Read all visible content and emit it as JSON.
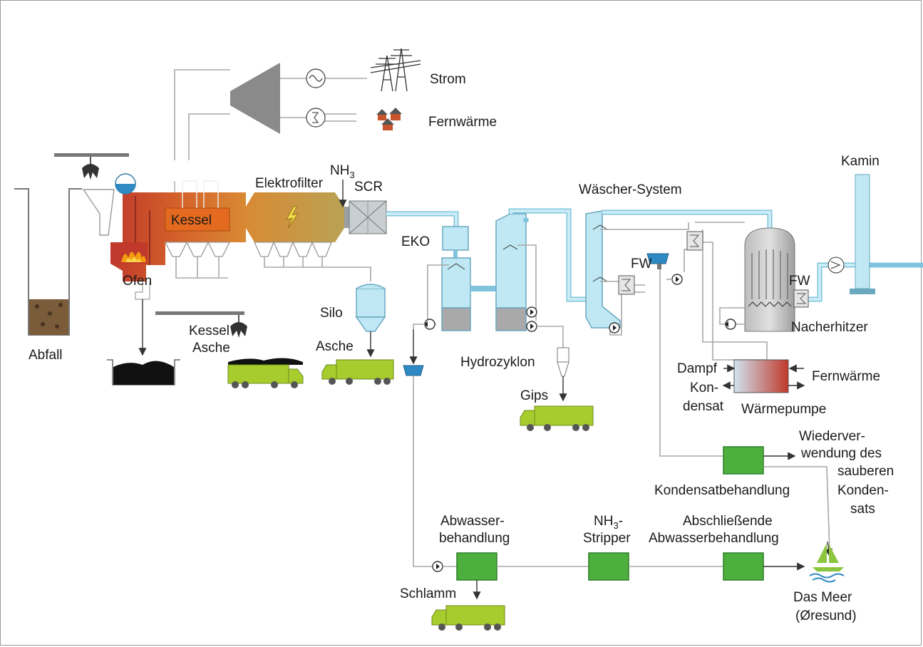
{
  "labels": {
    "strom": "Strom",
    "fernwaerme_top": "Fernwärme",
    "nh3": "NH",
    "nh3_sub": "3",
    "elektrofilter": "Elektrofilter",
    "scr": "SCR",
    "kessel": "Kessel",
    "kamin": "Kamin",
    "waescher_system": "Wäscher-System",
    "eko": "EKO",
    "ofen": "Ofen",
    "abfall": "Abfall",
    "kessel_asche_1": "Kessel",
    "kessel_asche_2": "Asche",
    "silo": "Silo",
    "asche": "Asche",
    "hydrozyklon": "Hydrozyklon",
    "gips": "Gips",
    "fw_1": "FW",
    "fw_2": "FW",
    "nacherhitzer": "Nacherhitzer",
    "dampf": "Dampf",
    "kondensat_1": "Kon-",
    "kondensat_2": "densat",
    "fernwaerme_right": "Fernwärme",
    "waermepumpe": "Wärmepumpe",
    "wiederverwendung_1": "Wiederver-",
    "wiederverwendung_2": "wendung des",
    "wiederverwendung_3": "sauberen",
    "wiederverwendung_4": "Konden-",
    "wiederverwendung_5": "sats",
    "kondensatbehandlung": "Kondensatbehandlung",
    "abwasser_1": "Abwasser-",
    "abwasser_2": "behandlung",
    "stripper_1": "NH",
    "stripper_sub": "3",
    "stripper_2": "-",
    "stripper_3": "Stripper",
    "abschl_1": "Abschließende",
    "abschl_2": "Abwasserbehandlung",
    "schlamm": "Schlamm",
    "meer_1": "Das Meer",
    "meer_2": "(Øresund)"
  },
  "colors": {
    "flue_gas": "#7fc4dc",
    "vessel": "#bfe8f4",
    "treatment_box": "#4caf3e",
    "truck": "#a6cc2e",
    "furnace": "#c0392b"
  }
}
